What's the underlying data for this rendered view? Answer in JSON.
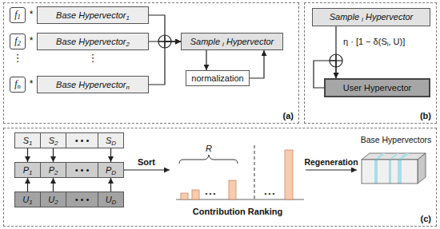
{
  "diagram": {
    "nodes": [
      {
        "text": [
          "(a)"
        ]
      },
      {
        "text": [
          "f1"
        ],
        "in": 0
      },
      {
        "text": [
          "Base Hypervector1"
        ],
        "in": 0
      },
      {
        "text": [
          "f2"
        ],
        "in": 0
      },
      {
        "text": [
          "Base Hypervector2"
        ],
        "in": 0
      },
      {
        "text": [
          "fn"
        ],
        "in": 0
      },
      {
        "text": [
          "Base Hypervectorn"
        ],
        "in": 0
      },
      {
        "text": [
          "Sample i Hypervector"
        ],
        "in": 0
      },
      {
        "text": [
          "normalization"
        ],
        "in": 0
      },
      {
        "text": [
          "(b)"
        ]
      },
      {
        "text": [
          "Sample i Hypervector"
        ],
        "in": 9
      },
      {
        "text": [
          "User Hypervector"
        ],
        "in": 9
      },
      {
        "text": [
          "(c)"
        ]
      },
      {
        "text": [
          "S1"
        ],
        "in": 12
      },
      {
        "text": [
          "S2"
        ],
        "in": 12
      },
      {
        "text": [
          "• • •"
        ],
        "in": 12
      },
      {
        "text": [
          "SD"
        ],
        "in": 12
      },
      {
        "text": [
          "P1"
        ],
        "in": 12
      },
      {
        "text": [
          "P2"
        ],
        "in": 12
      },
      {
        "text": [
          "• • •"
        ],
        "in": 12
      },
      {
        "text": [
          "PD"
        ],
        "in": 12
      },
      {
        "text": [
          "U1"
        ],
        "in": 12
      },
      {
        "text": [
          "U2"
        ],
        "in": 12
      },
      {
        "text": [
          "• • •"
        ],
        "in": 12
      },
      {
        "text": [
          "UD"
        ],
        "in": 12
      },
      {
        "text": [
          "Contribution Ranking"
        ],
        "in": 12
      },
      {
        "text": [
          "Base Hypervectors"
        ],
        "in": 12
      }
    ],
    "edges": [
      {
        "from": 2,
        "to": 7,
        "arrow": "to"
      },
      {
        "from": 4,
        "to": 7,
        "arrow": "to"
      },
      {
        "from": 6,
        "to": 7,
        "arrow": "to"
      },
      {
        "from": 7,
        "to": 8,
        "arrow": "to"
      },
      {
        "from": 8,
        "to": 7,
        "arrow": "to"
      },
      {
        "from": 10,
        "to": 11,
        "label": "η · [1 − δ(Si, U)]",
        "arrow": "to"
      },
      {
        "from": 11,
        "to": 11,
        "arrow": "to"
      },
      {
        "from": 13,
        "to": 17,
        "arrow": "to"
      },
      {
        "from": 14,
        "to": 18,
        "arrow": "to"
      },
      {
        "from": 16,
        "to": 20,
        "arrow": "to"
      },
      {
        "from": 21,
        "to": 17,
        "arrow": "to"
      },
      {
        "from": 22,
        "to": 18,
        "arrow": "to"
      },
      {
        "from": 24,
        "to": 20,
        "arrow": "to"
      },
      {
        "from": 20,
        "to": 25,
        "label": "Sort",
        "arrow": "to"
      },
      {
        "from": 25,
        "to": 26,
        "label": "Regeneration",
        "arrow": "to"
      }
    ],
    "labels": [
      "*",
      "*",
      "*",
      "⋮",
      "⋮",
      "R",
      "• • •",
      "• • •"
    ]
  }
}
